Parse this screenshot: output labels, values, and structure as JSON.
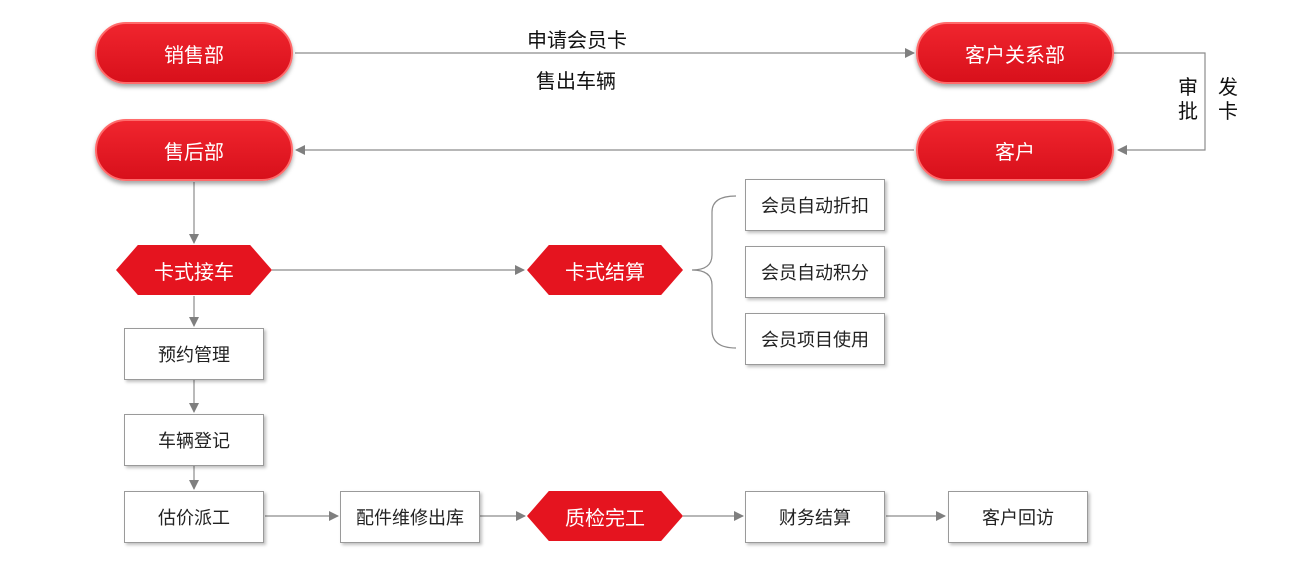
{
  "nodes": {
    "sales": "销售部",
    "crm": "客户关系部",
    "aftersales": "售后部",
    "customer": "客户",
    "card_reception": "卡式接车",
    "card_settlement": "卡式结算",
    "appointment": "预约管理",
    "vehicle_register": "车辆登记",
    "estimate_dispatch": "估价派工",
    "parts_outbound": "配件维修出库",
    "qc_complete": "质检完工",
    "finance_settlement": "财务结算",
    "customer_revisit": "客户回访",
    "auto_discount": "会员自动折扣",
    "auto_points": "会员自动积分",
    "item_usage": "会员项目使用"
  },
  "edge_labels": {
    "apply_card": "申请会员卡",
    "sell_vehicle": "售出车辆",
    "approve": "审批",
    "issue_card": "发卡"
  },
  "colors": {
    "accent_red": "#e5141f",
    "connector_gray": "#8c8c8c"
  }
}
